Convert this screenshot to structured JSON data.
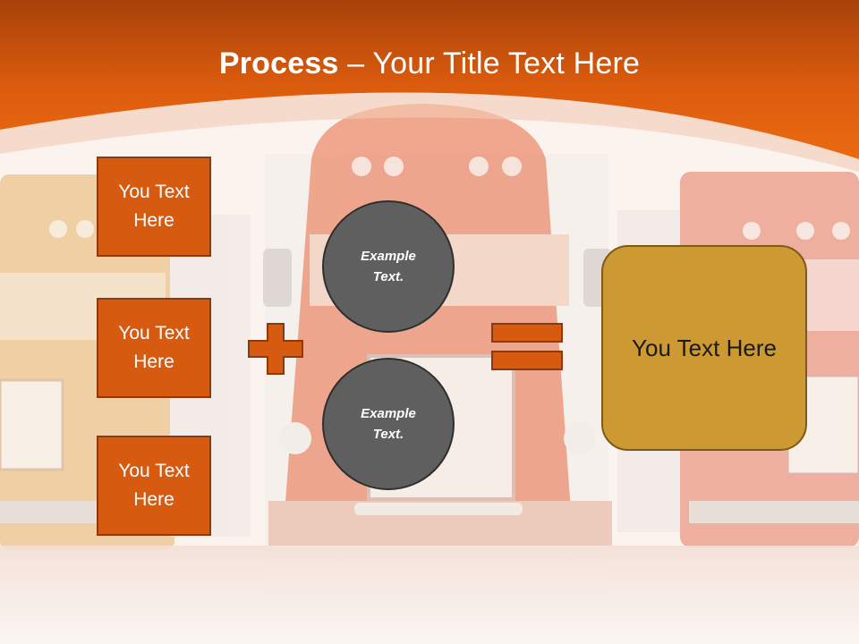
{
  "title": {
    "bold": "Process",
    "dash": " – ",
    "rest": "Your Title Text Here"
  },
  "left_boxes": [
    {
      "label": "You Text\nHere"
    },
    {
      "label": "You Text\nHere"
    },
    {
      "label": "You Text\nHere"
    }
  ],
  "circles": [
    {
      "label": "Example\nText."
    },
    {
      "label": "Example\nText."
    }
  ],
  "result": {
    "label": "You Text Here"
  },
  "colors": {
    "header_orange": "#e0600f",
    "box_orange": "#d65a10",
    "circle_gray": "#5f5f5f",
    "result_gold": "#cc9933"
  }
}
